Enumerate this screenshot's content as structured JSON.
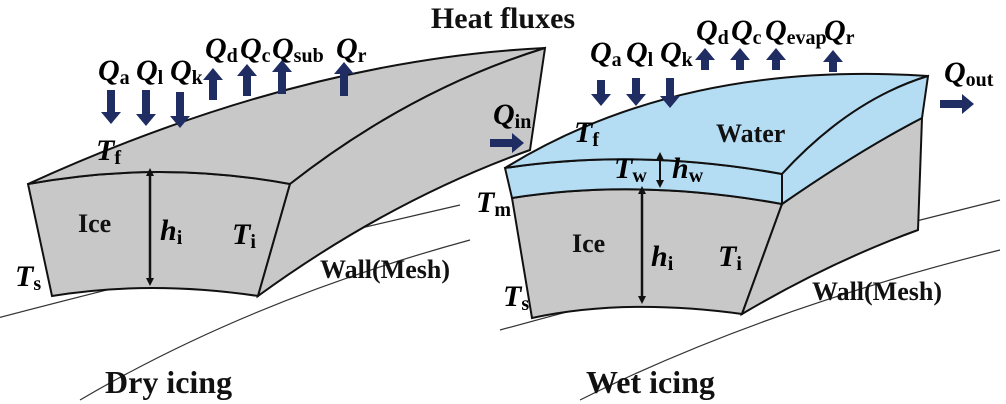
{
  "title": "Heat fluxes",
  "colors": {
    "ice": "#c8c8c8",
    "water": "#b4dcf2",
    "arrow": "#1f2d63",
    "outline": "#111111",
    "wall": "#333333"
  },
  "dry": {
    "caption": "Dry icing",
    "ice_label": "Ice",
    "wall_label": "Wall(Mesh)",
    "fluxes_in": [
      {
        "sym": "Q",
        "sub": "a"
      },
      {
        "sym": "Q",
        "sub": "l"
      },
      {
        "sym": "Q",
        "sub": "k"
      }
    ],
    "fluxes_out": [
      {
        "sym": "Q",
        "sub": "d"
      },
      {
        "sym": "Q",
        "sub": "c"
      },
      {
        "sym": "Q",
        "sub": "sub"
      },
      {
        "sym": "Q",
        "sub": "r"
      }
    ],
    "temps": {
      "tf": {
        "sym": "T",
        "sub": "f"
      },
      "ti": {
        "sym": "T",
        "sub": "i"
      },
      "ts": {
        "sym": "T",
        "sub": "s"
      }
    },
    "thickness": {
      "sym": "h",
      "sub": "i"
    }
  },
  "wet": {
    "caption": "Wet icing",
    "ice_label": "Ice",
    "water_label": "Water",
    "wall_label": "Wall(Mesh)",
    "fluxes_in": [
      {
        "sym": "Q",
        "sub": "a"
      },
      {
        "sym": "Q",
        "sub": "l"
      },
      {
        "sym": "Q",
        "sub": "k"
      }
    ],
    "fluxes_out": [
      {
        "sym": "Q",
        "sub": "d"
      },
      {
        "sym": "Q",
        "sub": "c"
      },
      {
        "sym": "Q",
        "sub": "evap"
      },
      {
        "sym": "Q",
        "sub": "r"
      }
    ],
    "q_in": {
      "sym": "Q",
      "sub": "in"
    },
    "q_out": {
      "sym": "Q",
      "sub": "out"
    },
    "temps": {
      "tf": {
        "sym": "T",
        "sub": "f"
      },
      "tw": {
        "sym": "T",
        "sub": "w"
      },
      "tm": {
        "sym": "T",
        "sub": "m"
      },
      "ti": {
        "sym": "T",
        "sub": "i"
      },
      "ts": {
        "sym": "T",
        "sub": "s"
      }
    },
    "thickness_water": {
      "sym": "h",
      "sub": "w"
    },
    "thickness_ice": {
      "sym": "h",
      "sub": "i"
    }
  }
}
